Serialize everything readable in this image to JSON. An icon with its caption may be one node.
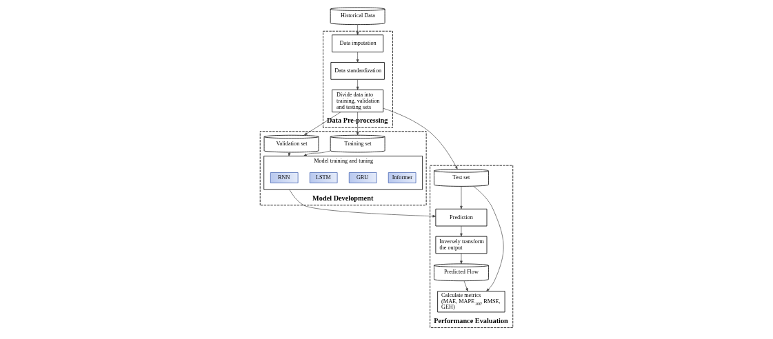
{
  "diagram": {
    "nodes": [
      {
        "text": [
          "Historical Data"
        ]
      },
      {
        "text": [
          "Data Pre-processing"
        ]
      },
      {
        "text": [
          "Data imputation"
        ],
        "in": 1
      },
      {
        "text": [
          "Data standardization"
        ],
        "in": 1
      },
      {
        "text": [
          "Divide data into training, validation and testing sets"
        ],
        "in": 1
      },
      {
        "text": [
          "Model Development"
        ]
      },
      {
        "text": [
          "Training set"
        ],
        "in": 5
      },
      {
        "text": [
          "Validation set"
        ],
        "in": 5
      },
      {
        "text": [
          "Model training and tuning"
        ],
        "in": 5
      },
      {
        "text": [
          "RNN"
        ],
        "in": 8
      },
      {
        "text": [
          "LSTM"
        ],
        "in": 8
      },
      {
        "text": [
          "GRU"
        ],
        "in": 8
      },
      {
        "text": [
          "Informer"
        ],
        "in": 8
      },
      {
        "text": [
          "Performance Evaluation"
        ]
      },
      {
        "text": [
          "Test set"
        ],
        "in": 13
      },
      {
        "text": [
          "Prediction"
        ],
        "in": 13
      },
      {
        "text": [
          "Inversely transform the output"
        ],
        "in": 13
      },
      {
        "text": [
          "Predicted Flow"
        ],
        "in": 13
      },
      {
        "text": [
          "Calculate metrics (MAE, MAPE$_{100}$, RMSE, GEH)"
        ],
        "in": 13
      }
    ],
    "edges": [
      {
        "from": 0,
        "to": 2,
        "arrow": "to"
      },
      {
        "from": 2,
        "to": 3,
        "arrow": "to"
      },
      {
        "from": 3,
        "to": 4,
        "arrow": "to"
      },
      {
        "from": 4,
        "to": 6,
        "arrow": "to"
      },
      {
        "from": 4,
        "to": 7,
        "arrow": "to"
      },
      {
        "from": 4,
        "to": 14,
        "arrow": "to"
      },
      {
        "from": 6,
        "to": 8,
        "arrow": "to"
      },
      {
        "from": 7,
        "to": 8,
        "arrow": "to"
      },
      {
        "from": 8,
        "to": 15,
        "arrow": "to"
      },
      {
        "from": 14,
        "to": 15,
        "arrow": "to"
      },
      {
        "from": 15,
        "to": 16,
        "arrow": "to"
      },
      {
        "from": 16,
        "to": 17,
        "arrow": "to"
      },
      {
        "from": 17,
        "to": 18,
        "arrow": "to"
      },
      {
        "from": 14,
        "to": 18,
        "arrow": "to"
      }
    ]
  }
}
